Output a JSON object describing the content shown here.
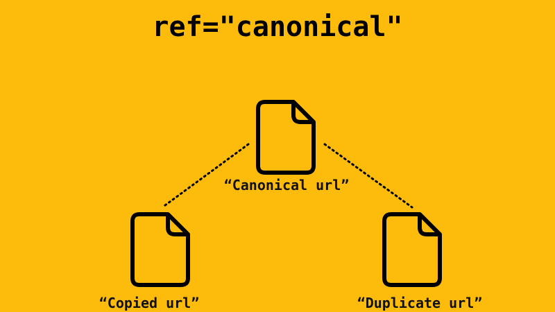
{
  "colors": {
    "background": "#FDBB0B",
    "ink": "#000000"
  },
  "title": "ref=\"canonical\"",
  "nodes": [
    {
      "id": "canonical",
      "label": "“Canonical url”",
      "icon": "document-icon"
    },
    {
      "id": "copied",
      "label": "“Copied url”",
      "icon": "document-icon"
    },
    {
      "id": "duplicate",
      "label": "“Duplicate url”",
      "icon": "document-icon"
    }
  ],
  "edges": [
    {
      "from": "canonical",
      "to": "copied",
      "style": "dotted"
    },
    {
      "from": "canonical",
      "to": "duplicate",
      "style": "dotted"
    }
  ]
}
